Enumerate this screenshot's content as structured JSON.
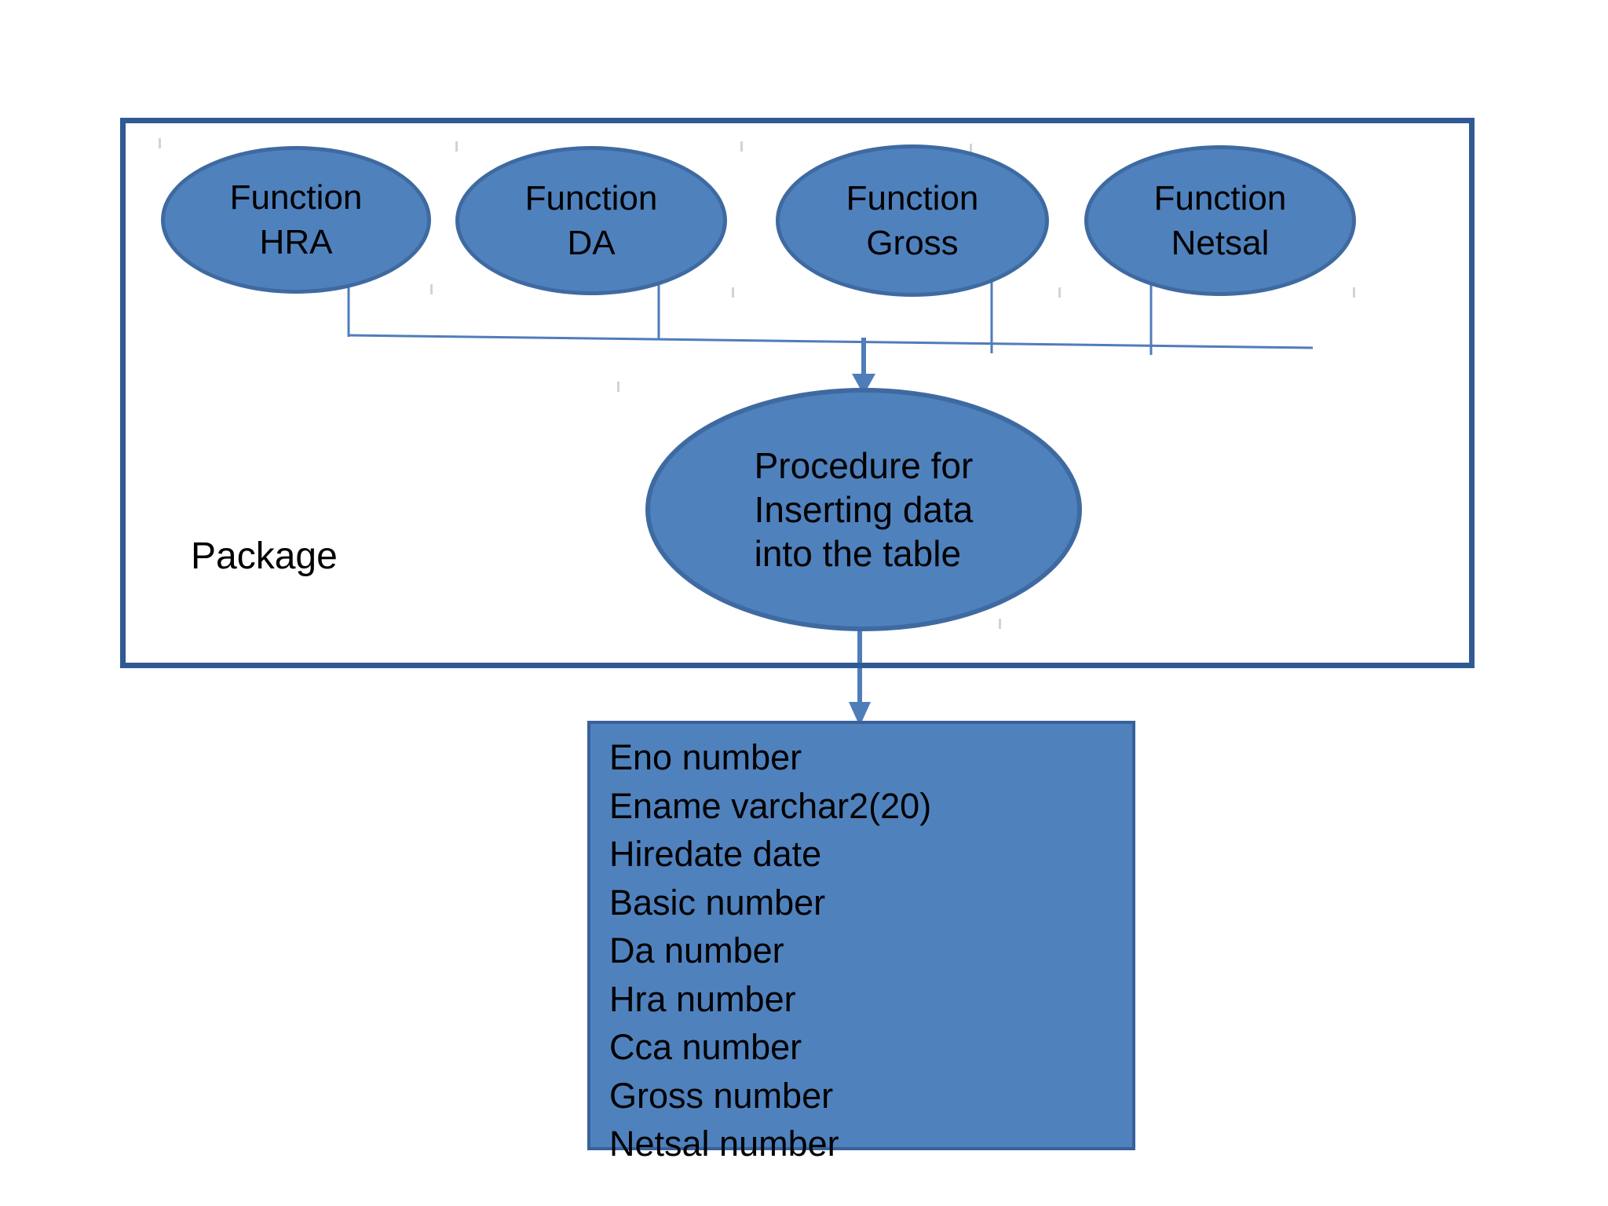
{
  "diagram": {
    "package": {
      "label": "Package"
    },
    "functions": [
      {
        "line1": "Function",
        "line2": "HRA"
      },
      {
        "line1": "Function",
        "line2": "DA"
      },
      {
        "line1": "Function",
        "line2": "Gross"
      },
      {
        "line1": "Function",
        "line2": "Netsal"
      }
    ],
    "procedure": {
      "line1": "Procedure for",
      "line2": "Inserting data",
      "line3": "into the table"
    },
    "table_fields": [
      "Eno number",
      "Ename varchar2(20)",
      "Hiredate date",
      "Basic number",
      "Da number",
      "Hra number",
      "Cca number",
      "Gross number",
      "Netsal number"
    ],
    "colors": {
      "shape_fill": "#4f81bd",
      "shape_border": "#3e6aa1",
      "package_border": "#2f5a93",
      "table_border": "#38619b",
      "connector": "#4f7dba",
      "text": "#000000",
      "background": "#ffffff"
    }
  }
}
